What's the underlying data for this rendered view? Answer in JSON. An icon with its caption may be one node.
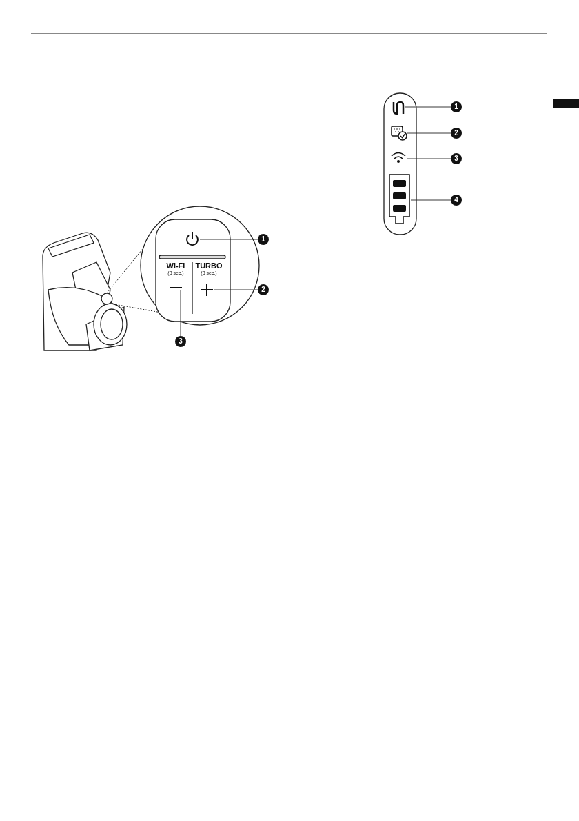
{
  "diagram": {
    "nodes": [
      {
        "text": [
          "1"
        ]
      },
      {
        "text": [],
        "shape": "icon"
      },
      {
        "text": [
          "2"
        ]
      },
      {
        "text": [],
        "shape": "icon"
      },
      {
        "text": [
          "3"
        ]
      },
      {
        "text": [],
        "shape": "icon"
      },
      {
        "text": [
          "1"
        ]
      },
      {
        "text": [],
        "shape": "icon"
      },
      {
        "text": [
          "2"
        ]
      },
      {
        "text": [],
        "shape": "icon"
      },
      {
        "text": [
          "3"
        ]
      },
      {
        "text": [],
        "shape": "icon"
      },
      {
        "text": [
          "4"
        ]
      },
      {
        "text": [],
        "shape": "icon"
      }
    ],
    "edges": [
      {
        "from": 0,
        "to": 1,
        "arrow": "none"
      },
      {
        "from": 2,
        "to": 3,
        "arrow": "none"
      },
      {
        "from": 4,
        "to": 5,
        "arrow": "none"
      },
      {
        "from": 6,
        "to": 7,
        "arrow": "none"
      },
      {
        "from": 8,
        "to": 9,
        "arrow": "none"
      },
      {
        "from": 10,
        "to": 11,
        "arrow": "none"
      },
      {
        "from": 12,
        "to": 13,
        "arrow": "none"
      }
    ],
    "labels": [
      "Wi-Fi",
      "(3 sec.)",
      "TURBO",
      "(3 sec.)"
    ]
  }
}
